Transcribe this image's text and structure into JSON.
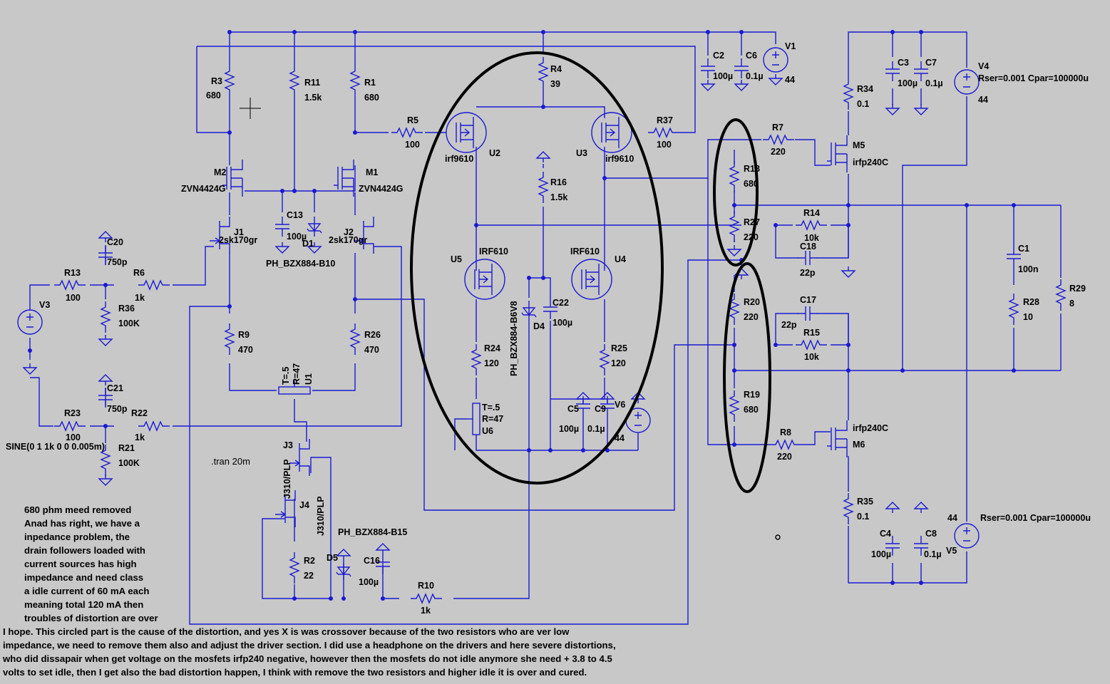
{
  "components": {
    "R3": {
      "name": "R3",
      "value": "680"
    },
    "R11": {
      "name": "R11",
      "value": "1.5k"
    },
    "R1": {
      "name": "R1",
      "value": "680"
    },
    "R5": {
      "name": "R5",
      "value": "100"
    },
    "R4": {
      "name": "R4",
      "value": "39"
    },
    "R37": {
      "name": "R37",
      "value": "100"
    },
    "R16": {
      "name": "R16",
      "value": "1.5k"
    },
    "R13": {
      "name": "R13",
      "value": "100"
    },
    "R6": {
      "name": "R6",
      "value": "1k"
    },
    "R36": {
      "name": "R36",
      "value": "100K"
    },
    "R9": {
      "name": "R9",
      "value": "470"
    },
    "R26": {
      "name": "R26",
      "value": "470"
    },
    "R23": {
      "name": "R23",
      "value": "100"
    },
    "R22": {
      "name": "R22",
      "value": "1k"
    },
    "R21": {
      "name": "R21",
      "value": "100K"
    },
    "R24": {
      "name": "R24",
      "value": "120"
    },
    "R25": {
      "name": "R25",
      "value": "120"
    },
    "R2": {
      "name": "R2",
      "value": "22"
    },
    "R10": {
      "name": "R10",
      "value": "1k"
    },
    "R34": {
      "name": "R34",
      "value": "0.1"
    },
    "R7": {
      "name": "R7",
      "value": "220"
    },
    "R18": {
      "name": "R18",
      "value": "680"
    },
    "R27": {
      "name": "R27",
      "value": "220"
    },
    "R14": {
      "name": "R14",
      "value": "10k"
    },
    "R20": {
      "name": "R20",
      "value": "220"
    },
    "R15": {
      "name": "R15",
      "value": "10k"
    },
    "R19": {
      "name": "R19",
      "value": "680"
    },
    "R8": {
      "name": "R8",
      "value": "220"
    },
    "R35": {
      "name": "R35",
      "value": "0.1"
    },
    "R28": {
      "name": "R28",
      "value": "10"
    },
    "R29": {
      "name": "R29",
      "value": "8"
    },
    "C2": {
      "name": "C2",
      "value": "100µ"
    },
    "C6": {
      "name": "C6",
      "value": "0.1µ"
    },
    "C3": {
      "name": "C3",
      "value": "100µ"
    },
    "C7": {
      "name": "C7",
      "value": "0.1µ"
    },
    "C13": {
      "name": "C13",
      "value": "100µ"
    },
    "C20": {
      "name": "C20",
      "value": "750p"
    },
    "C21": {
      "name": "C21",
      "value": "750p"
    },
    "C22": {
      "name": "C22",
      "value": "100µ"
    },
    "C5": {
      "name": "C5",
      "value": "100µ"
    },
    "C9": {
      "name": "C9",
      "value": "0.1µ"
    },
    "C16": {
      "name": "C16",
      "value": "100µ"
    },
    "C18": {
      "name": "C18",
      "value": "22p"
    },
    "C17": {
      "name": "C17",
      "value": "22p"
    },
    "C1": {
      "name": "C1",
      "value": "100n"
    },
    "C4": {
      "name": "C4",
      "value": "100µ"
    },
    "C8": {
      "name": "C8",
      "value": "0.1µ"
    },
    "V1": {
      "name": "V1",
      "value": "44"
    },
    "V4": {
      "name": "V4",
      "value": "44",
      "params": "Rser=0.001 Cpar=100000u"
    },
    "V5": {
      "name": "V5",
      "value": "44",
      "params": "Rser=0.001 Cpar=100000u"
    },
    "V6": {
      "name": "V6",
      "value": "44"
    },
    "V3": {
      "name": "V3",
      "value": "SINE(0 1 1k 0 0 0.005m)"
    },
    "M1": {
      "name": "M1",
      "part": "ZVN4424G"
    },
    "M2": {
      "name": "M2",
      "part": "ZVN4424G"
    },
    "M5": {
      "name": "M5",
      "part": "irfp240C"
    },
    "M6": {
      "name": "M6",
      "part": "irfp240C"
    },
    "U2": {
      "name": "U2",
      "part": "irf9610"
    },
    "U3": {
      "name": "U3",
      "part": "irf9610"
    },
    "U5": {
      "name": "U5",
      "part": "IRF610"
    },
    "U4": {
      "name": "U4",
      "part": "IRF610"
    },
    "J1": {
      "name": "J1",
      "part": "2sk170gr"
    },
    "J2": {
      "name": "J2",
      "part": "2sk170gr"
    },
    "J3": {
      "name": "J3",
      "part": "J310/PLP"
    },
    "J4": {
      "name": "J4",
      "part": "J310/PLP"
    },
    "D1": {
      "name": "D1",
      "part": "PH_BZX884-B10"
    },
    "D4": {
      "name": "D4",
      "part": "PH_BZX884-B6V8"
    },
    "D5": {
      "name": "D5",
      "part": "PH_BZX884-B15"
    },
    "U1": {
      "name": "U1",
      "t": "T=.5",
      "r": "R=47"
    },
    "U6": {
      "name": "U6",
      "t": "T=.5",
      "r": "R=47"
    }
  },
  "directive": ".tran 20m",
  "note_lines": [
    "680 phm meed removed",
    "Anad has right, we have a",
    "inpedance problem, the",
    "drain followers loaded with",
    "current sources has high",
    "impedance and need class",
    "a idle current of 60 mA each",
    "meaning total 120 mA then",
    "troubles of distortion are over",
    "I hope. This circled part is the cause of the distortion, and yes X is was crossover because of the two resistors who are ver low",
    "impedance, we need to remove them also and adjust the driver section. I did use a headphone on the drivers and here severe distortions,",
    "who did dissapair when get voltage on the mosfets irfp240 negative, however then the mosfets do not idle anymore she need + 3.8 to 4.5",
    "volts to set idle, then I get also the bad distortion happen, I think with remove the two resistors and higher idle it is over and cured."
  ],
  "colors": {
    "background": "#c8c8c8",
    "wire": "#1a1ad2",
    "annotation": "#000000"
  }
}
